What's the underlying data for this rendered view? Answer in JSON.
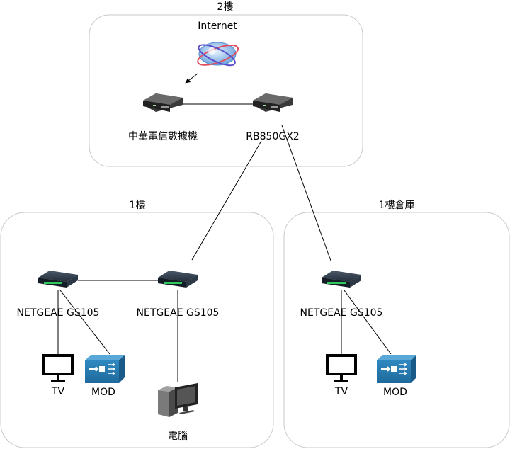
{
  "zones": {
    "floor2": "2樓",
    "floor1": "1樓",
    "warehouse": "1樓倉庫"
  },
  "nodes": {
    "internet": "Internet",
    "modem": "中華電信數據機",
    "router": "RB850GX2",
    "switch1": "NETGEAE GS105",
    "switch2": "NETGEAE GS105",
    "switch3": "NETGEAE GS105",
    "tv1": "TV",
    "mod1": "MOD",
    "pc": "電腦",
    "tv2": "TV",
    "mod2": "MOD"
  },
  "colors": {
    "zone_border": "#c8c8c8",
    "mod_blue": "#2a7fb5",
    "switch_dark": "#1e2a38",
    "port_green": "#2ec95a",
    "cloud_blue": "#7fb3e8"
  },
  "icons": {
    "internet": "globe-cloud-icon",
    "modem": "modem-icon",
    "router": "router-icon",
    "switch": "network-switch-icon",
    "tv": "monitor-icon",
    "mod": "set-top-box-icon",
    "pc": "desktop-computer-icon"
  }
}
